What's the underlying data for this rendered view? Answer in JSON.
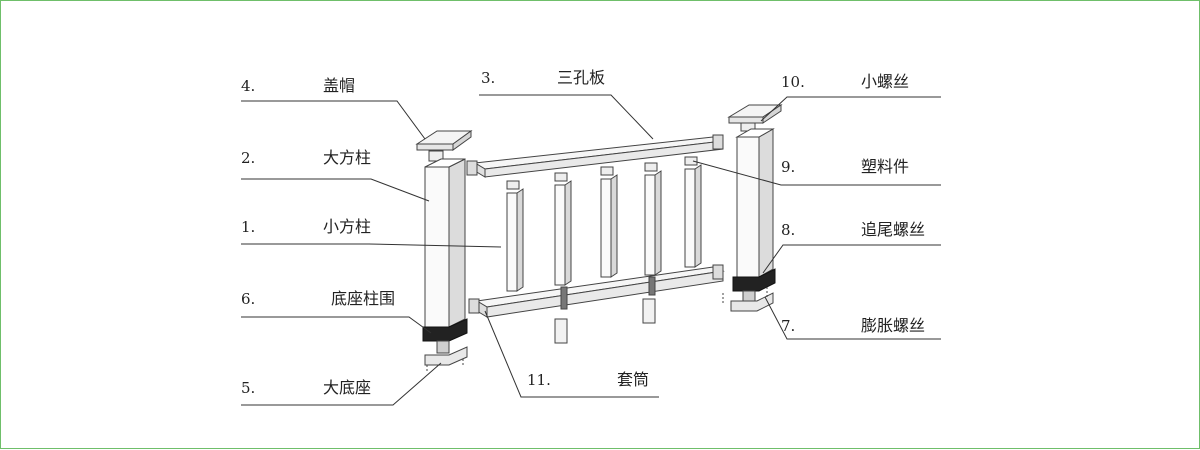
{
  "diagram": {
    "labels": [
      {
        "id": "4",
        "number": "4.",
        "name": "盖帽"
      },
      {
        "id": "2",
        "number": "2.",
        "name": "大方柱"
      },
      {
        "id": "1",
        "number": "1.",
        "name": "小方柱"
      },
      {
        "id": "6",
        "number": "6.",
        "name": "底座柱围"
      },
      {
        "id": "5",
        "number": "5.",
        "name": "大底座"
      },
      {
        "id": "3",
        "number": "3.",
        "name": "三孔板"
      },
      {
        "id": "11",
        "number": "11.",
        "name": "套筒"
      },
      {
        "id": "10",
        "number": "10.",
        "name": "小螺丝"
      },
      {
        "id": "9",
        "number": "9.",
        "name": "塑料件"
      },
      {
        "id": "8",
        "number": "8.",
        "name": "追尾螺丝"
      },
      {
        "id": "7",
        "number": "7.",
        "name": "膨胀螺丝"
      }
    ]
  },
  "colors": {
    "frame_border": "#6fbf6a",
    "ink": "#444444",
    "post_base": "#222222"
  }
}
